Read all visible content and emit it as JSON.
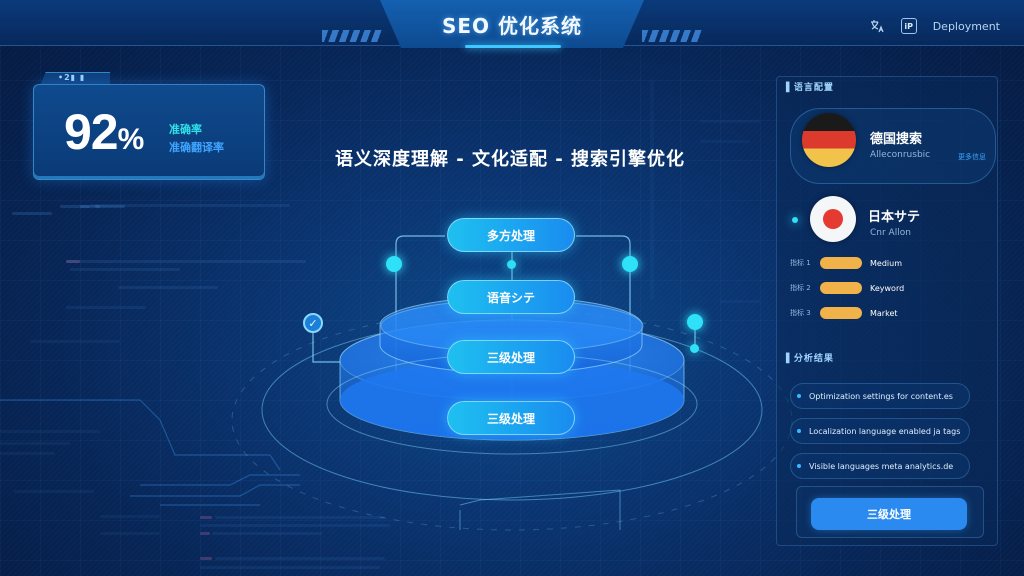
{
  "header": {
    "title": "SEO 优化系统",
    "right": {
      "icon1": "translate-icon",
      "icon2": "app-icon",
      "icon2_glyph": "iP",
      "user_label": "Deployment"
    }
  },
  "stat_card": {
    "tab_label": "•2▮ ▮",
    "value": "92",
    "unit": "%",
    "label_primary": "准确率",
    "label_secondary": "准确翻译率",
    "colors": {
      "primary": "#2fe0e8",
      "secondary": "#3ea4ff"
    }
  },
  "center": {
    "subtitle": "语义深度理解 - 文化适配 - 搜索引擎优化",
    "pipeline": [
      {
        "label": "多方处理"
      },
      {
        "label": "语音シテ"
      },
      {
        "label": "三级处理"
      },
      {
        "label": "三级处理"
      }
    ],
    "check_icon": "check-circle-icon",
    "check_glyph": "✓"
  },
  "right_panel": {
    "section1_label": "▌语言配置",
    "countries": [
      {
        "name": "德国搜索",
        "sub": "Alleconrusbic",
        "tag": "更多信息",
        "flag": "germany-flag"
      },
      {
        "name": "日本サテ",
        "sub": "Cnr Allon",
        "flag": "japan-flag"
      }
    ],
    "bars": [
      {
        "label": "指标 1",
        "value": "Medium"
      },
      {
        "label": "指标 2",
        "value": "Keyword"
      },
      {
        "label": "指标 3",
        "value": "Market"
      }
    ],
    "section2_label": "▌分析结果",
    "list_items": [
      {
        "text": "Optimization settings for content.es"
      },
      {
        "text": "Localization language enabled ja tags"
      },
      {
        "text": "Visible languages meta analytics.de"
      }
    ],
    "action_button": "三级处理",
    "accent": "#2a8af0",
    "bar_color": "#f2b24a"
  }
}
